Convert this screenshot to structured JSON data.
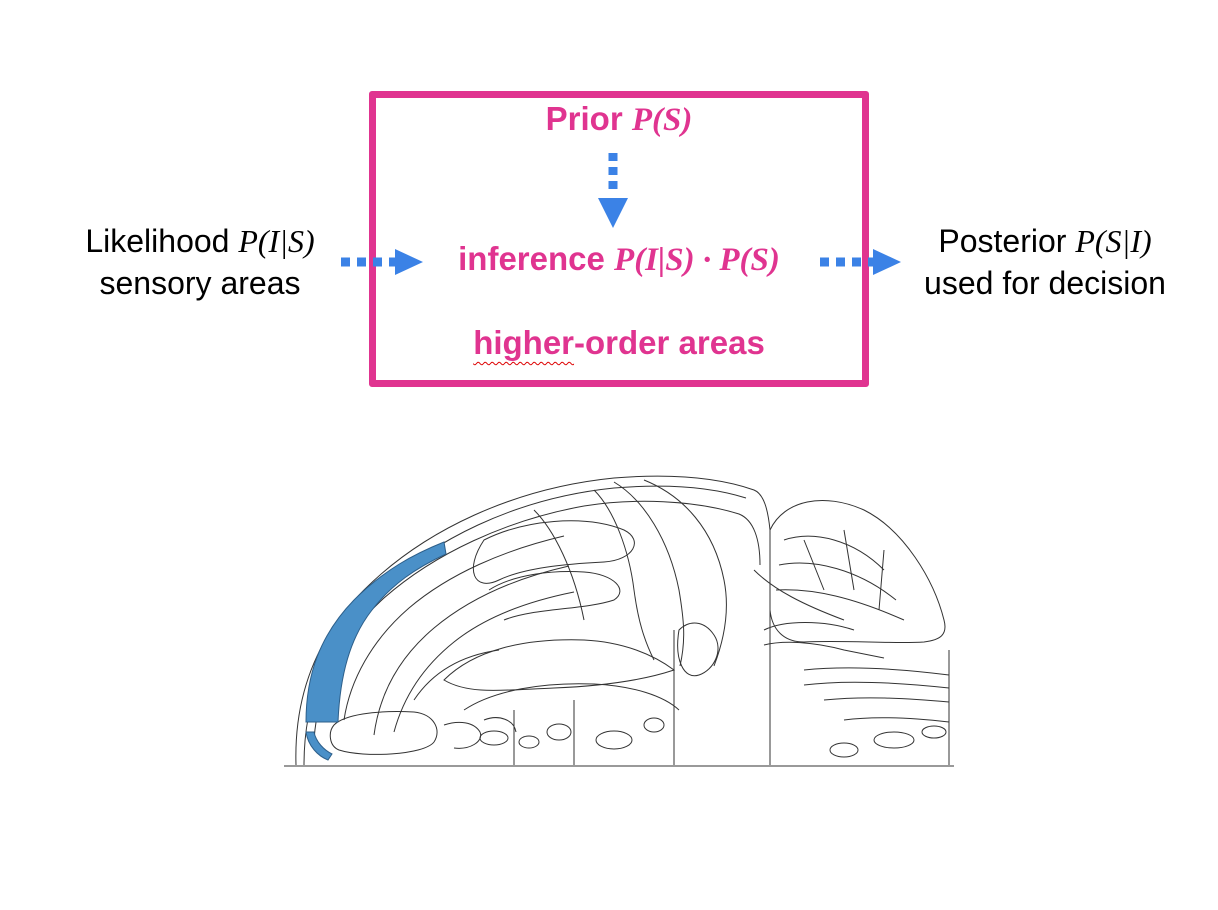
{
  "box": {
    "prior_label": "Prior",
    "prior_formula": "P(S)",
    "inference_label": "inference",
    "inference_formula": "P(I|S) · P(S)",
    "higher_label_underlined": "higher",
    "higher_label_rest": "-order areas"
  },
  "left": {
    "likelihood_label": "Likelihood",
    "likelihood_formula": "P(I|S)",
    "sub_label": "sensory areas"
  },
  "right": {
    "posterior_label": "Posterior",
    "posterior_formula": "P(S|I)",
    "sub_label": "used for decision"
  },
  "colors": {
    "accent": "#e03490",
    "arrow": "#3b82e6",
    "highlight_region": "#4a90c8"
  },
  "icons": {
    "arrows": [
      "dotted-arrow-down",
      "dotted-arrow-right",
      "dotted-arrow-right"
    ],
    "illustration": "sagittal-brain-section"
  }
}
